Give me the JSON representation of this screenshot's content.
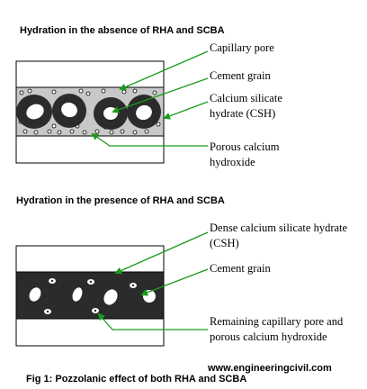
{
  "diagram": {
    "top_panel": {
      "heading": "Hydration in the absence of RHA and SCBA",
      "labels": {
        "capillary_pore": "Capillary pore",
        "cement_grain": "Cement grain",
        "csh_line1": "Calcium silicate",
        "csh_line2": "hydrate (CSH)",
        "porous_line1": "Porous calcium",
        "porous_line2": "hydroxide"
      }
    },
    "bottom_panel": {
      "heading": "Hydration in the presence of RHA and SCBA",
      "labels": {
        "dense_line1": "Dense calcium silicate hydrate",
        "dense_line2": "(CSH)",
        "cement_grain": "Cement grain",
        "remaining_line1": "Remaining capillary pore and",
        "remaining_line2": "porous calcium hydroxide"
      }
    },
    "website": "www.engineeringcivil.com",
    "caption": "Fig 1: Pozzolanic effect of both RHA and SCBA",
    "colors": {
      "arrow": "#1a9b1a",
      "band_gray": "#c8c8c8",
      "dark": "#2b2b2b"
    }
  }
}
